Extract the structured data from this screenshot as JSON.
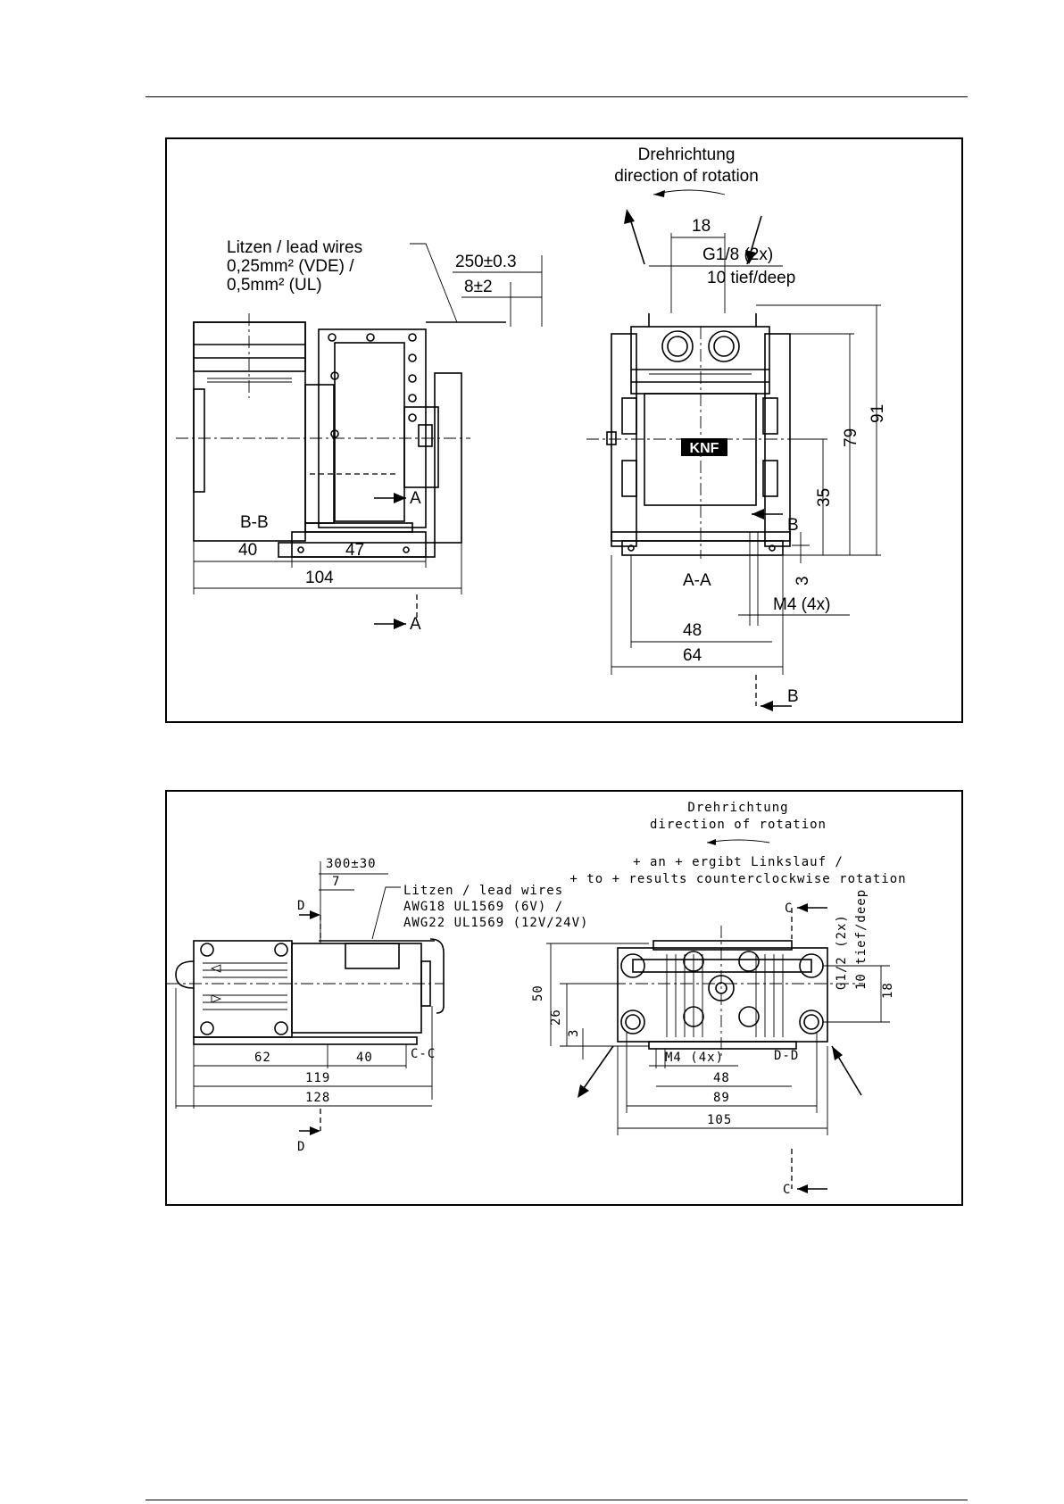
{
  "drawing1": {
    "rotation_de": "Drehrichtung",
    "rotation_en": "direction of rotation",
    "wires_line1": "Litzen / lead wires",
    "wires_line2": "0,25mm² (VDE) /",
    "wires_line3": "0,5mm² (UL)",
    "wire_length": "250±0.3",
    "strip_length": "8±2",
    "thread": "G1/8 (2x)",
    "thread_depth": "10 tief/deep",
    "dim_18": "18",
    "dim_91": "91",
    "dim_79": "79",
    "dim_35": "35",
    "dim_3": "3",
    "dim_40": "40",
    "dim_47": "47",
    "dim_104": "104",
    "dim_48": "48",
    "dim_64": "64",
    "screws": "M4 (4x)",
    "section_bb": "B-B",
    "section_aa": "A-A",
    "label_a": "A",
    "label_b": "B",
    "logo": "KNF"
  },
  "drawing2": {
    "rotation_de": "Drehrichtung",
    "rotation_en": "direction of rotation",
    "note_line1": "+ an + ergibt Linkslauf /",
    "note_line2": "+ to + results counterclockwise rotation",
    "wire_length": "300±30",
    "strip_length": "7",
    "wires_line1": "Litzen / lead wires",
    "wires_line2": "AWG18 UL1569 (6V) /",
    "wires_line3": "AWG22 UL1569 (12V/24V)",
    "thread": "G1/2 (2x)",
    "thread_depth": "10 tief/deep",
    "dim_18": "18",
    "dim_50": "50",
    "dim_26": "26",
    "dim_3": "3",
    "dim_62": "62",
    "dim_40": "40",
    "dim_119": "119",
    "dim_128": "128",
    "dim_48": "48",
    "dim_89": "89",
    "dim_105": "105",
    "screws": "M4 (4x)",
    "section_cc": "C-C",
    "section_dd": "D-D",
    "label_c": "C",
    "label_d": "D"
  }
}
